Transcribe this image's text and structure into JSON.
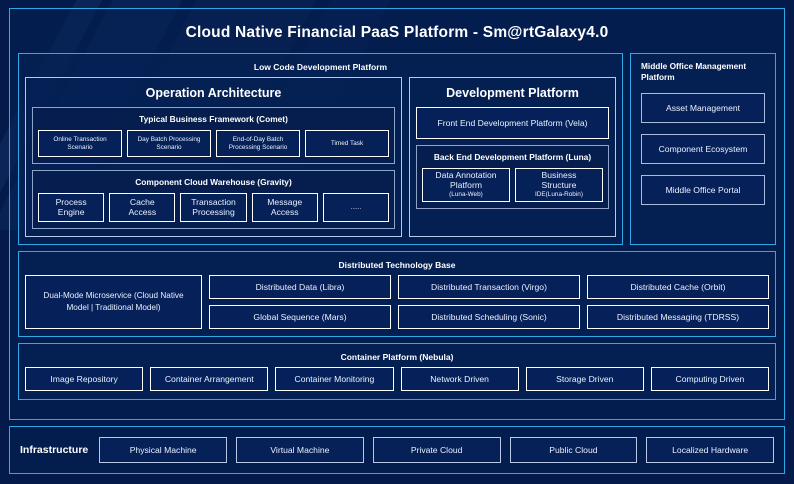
{
  "title": "Cloud Native Financial PaaS Platform - Sm@rtGalaxy4.0",
  "colors": {
    "page_background": "#031a4a",
    "accent_border": "#2fa8e8",
    "panel_border": "#b9c8e6",
    "chip_border": "#ffffff",
    "text": "#eaf2ff",
    "heading_text": "#ffffff"
  },
  "low_code": {
    "title": "Low Code Development Platform",
    "operation_architecture": {
      "title": "Operation Architecture",
      "business_framework": {
        "title": "Typical Business Framework (Comet)",
        "items": [
          {
            "line1": "Online Transaction",
            "line2": "Scenario"
          },
          {
            "line1": "Day Batch Processing",
            "line2": "Scenario"
          },
          {
            "line1": "End-of-Day Batch",
            "line2": "Processing Scenario"
          },
          {
            "line1": "Timed Task",
            "line2": ""
          }
        ]
      },
      "component_warehouse": {
        "title": "Component Cloud Warehouse (Gravity)",
        "items": [
          {
            "line1": "Process",
            "line2": "Engine"
          },
          {
            "line1": "Cache",
            "line2": "Access"
          },
          {
            "line1": "Transaction",
            "line2": "Processing"
          },
          {
            "line1": "Message",
            "line2": "Access"
          },
          {
            "line1": "......",
            "line2": ""
          }
        ]
      }
    },
    "development_platform": {
      "title": "Development Platform",
      "front_end": "Front End Development Platform (Vela)",
      "back_end": {
        "title": "Back End Development Platform (Luna)",
        "items": [
          {
            "line1": "Data Annotation",
            "line2": "Platform",
            "line3": "(Luna-Web)"
          },
          {
            "line1": "Business",
            "line2": "Structure",
            "line3": "IDE(Luna-Robin)"
          }
        ]
      }
    }
  },
  "middle_office": {
    "title": "Middle Office Management Platform",
    "items": [
      "Asset Management",
      "Component Ecosystem",
      "Middle Office Portal"
    ]
  },
  "distributed_base": {
    "title": "Distributed Technology Base",
    "dual_mode": "Dual-Mode Microservice (Cloud Native Model | Traditional Model)",
    "columns": [
      [
        "Distributed Data (Libra)",
        "Global Sequence (Mars)"
      ],
      [
        "Distributed Transaction (Virgo)",
        "Distributed Scheduling (Sonic)"
      ],
      [
        "Distributed Cache (Orbit)",
        "Distributed Messaging (TDRSS)"
      ]
    ]
  },
  "container_platform": {
    "title": "Container Platform (Nebula)",
    "items": [
      "Image Repository",
      "Container Arrangement",
      "Container Monitoring",
      "Network Driven",
      "Storage Driven",
      "Computing Driven"
    ]
  },
  "infrastructure": {
    "label": "Infrastructure",
    "items": [
      "Physical Machine",
      "Virtual Machine",
      "Private Cloud",
      "Public Cloud",
      "Localized Hardware"
    ]
  }
}
